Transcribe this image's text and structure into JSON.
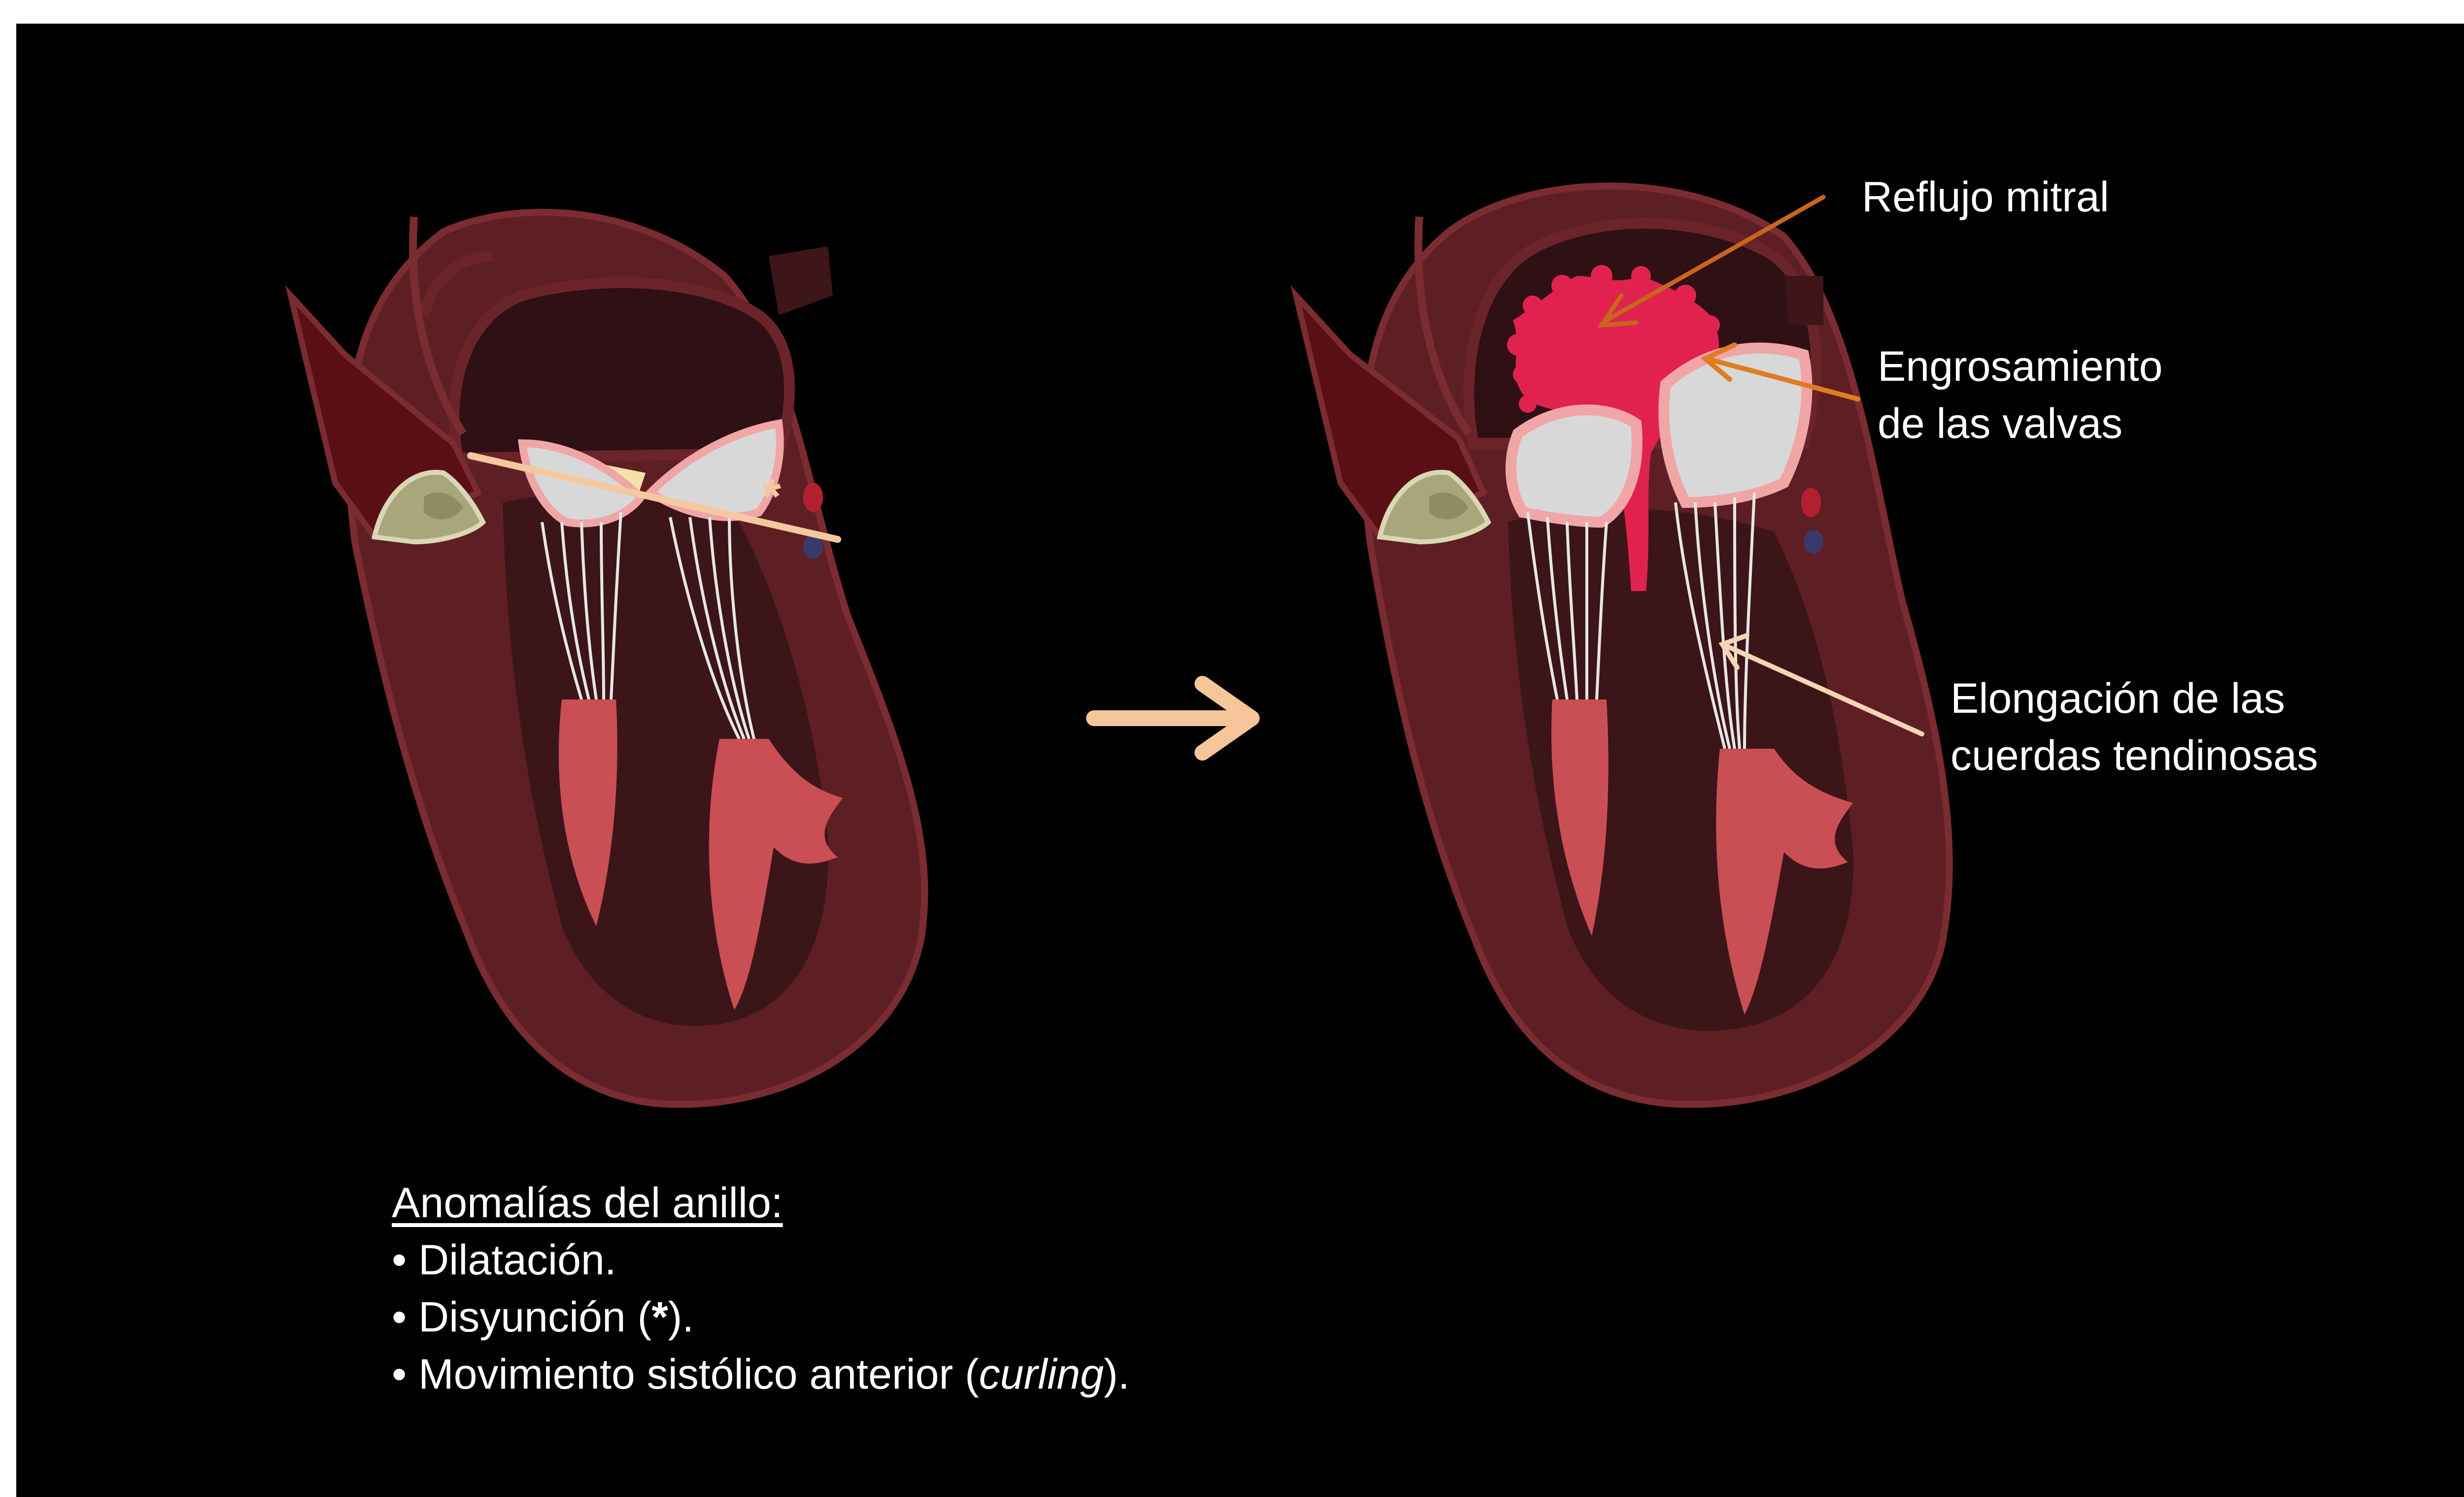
{
  "labels": {
    "reflux": "Reflujo mitral",
    "thickening_line1": "Engrosamiento",
    "thickening_line2": "de las valvas",
    "elongation_line1": "Elongación de las",
    "elongation_line2": "cuerdas tendinosas",
    "asterisk": "*"
  },
  "notes": {
    "heading": "Anomalías del anillo:",
    "bullet_char": "•",
    "item1": "Dilatación.",
    "item2_pre": "Disyunción (",
    "item2_star": "*",
    "item2_post": ").",
    "item3_pre": "Movimiento sistólico anterior (",
    "item3_italic": "curling",
    "item3_post": ")."
  },
  "colors": {
    "background": "#000000",
    "heart_wall": "#5e1f24",
    "heart_wall_edge": "#7a2c31",
    "chamber": "#3c1519",
    "atrium": "#2e1015",
    "aorta": "#5a0f14",
    "leaflet": "#d8d8d8",
    "leaflet_rim": "#f0a6a6",
    "papillary": "#c94f55",
    "regurgitant_jet": "#e1224f",
    "annulus_line": "#f6c8a0",
    "arrow_peach": "#f6c69a",
    "arrow_orange": "#c8661c",
    "aortic_valve": "#a8a67a"
  }
}
